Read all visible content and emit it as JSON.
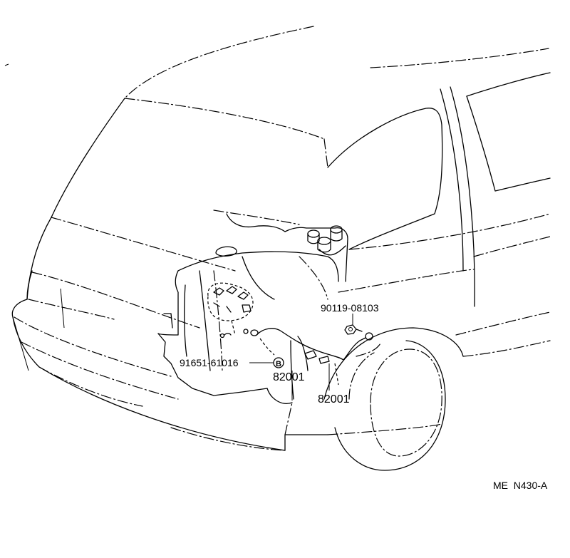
{
  "parts": [
    {
      "id": "bolt",
      "number": "90119-08103"
    },
    {
      "id": "clamp",
      "number": "91651-61016"
    },
    {
      "id": "harness-engine",
      "number": "82001"
    },
    {
      "id": "harness-body",
      "number": "82001"
    }
  ],
  "callout_marker": "B",
  "diagram_code": "ME  N430-A"
}
